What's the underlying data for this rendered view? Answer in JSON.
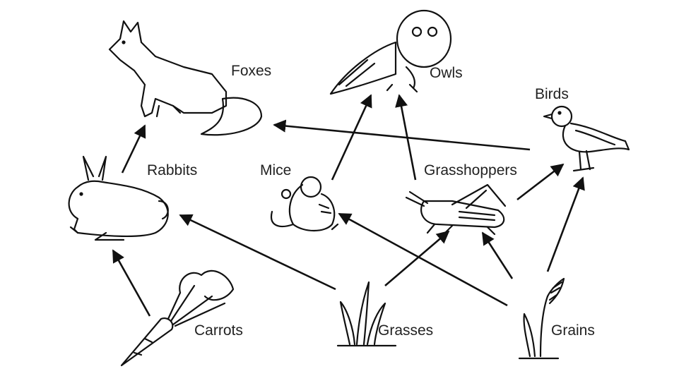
{
  "organisms": {
    "foxes": "Foxes",
    "owls": "Owls",
    "birds": "Birds",
    "rabbits": "Rabbits",
    "mice": "Mice",
    "grasshoppers": "Grasshoppers",
    "carrots": "Carrots",
    "grasses": "Grasses",
    "grains": "Grains"
  },
  "relations": [
    {
      "from": "carrots",
      "to": "rabbits"
    },
    {
      "from": "rabbits",
      "to": "foxes"
    },
    {
      "from": "grasses",
      "to": "rabbits"
    },
    {
      "from": "grasses",
      "to": "grasshoppers"
    },
    {
      "from": "grains",
      "to": "mice"
    },
    {
      "from": "grains",
      "to": "grasshoppers"
    },
    {
      "from": "grains",
      "to": "birds"
    },
    {
      "from": "mice",
      "to": "owls"
    },
    {
      "from": "grasshoppers",
      "to": "owls"
    },
    {
      "from": "grasshoppers",
      "to": "birds"
    },
    {
      "from": "birds",
      "to": "foxes"
    }
  ],
  "colors": {
    "ink": "#111111",
    "background": "#ffffff"
  }
}
